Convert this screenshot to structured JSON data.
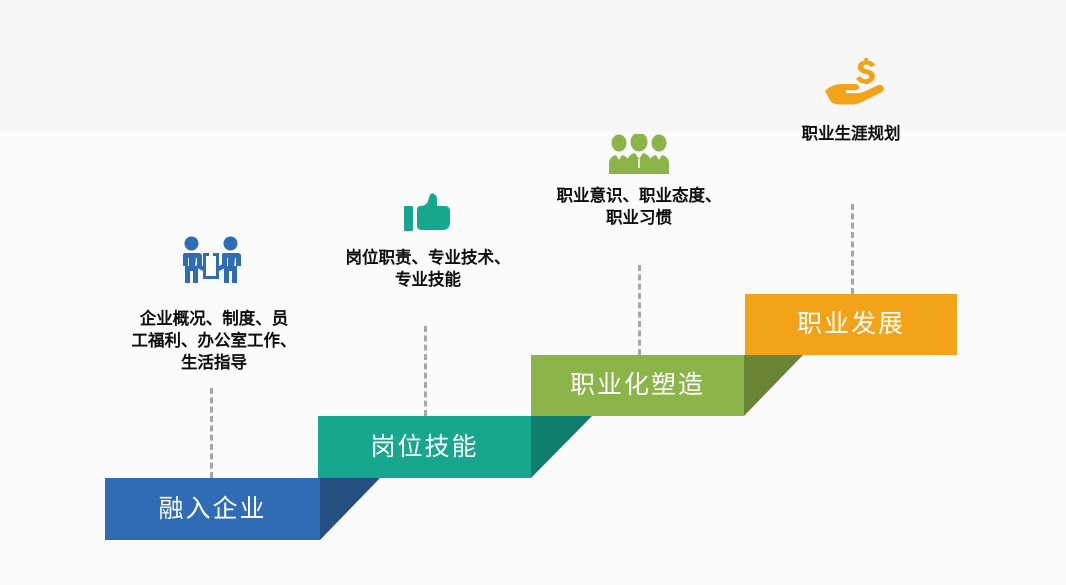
{
  "diagram": {
    "title_present": false,
    "background_color": "#fbfbfb",
    "band_color": "#f7f7f7",
    "caption_color": "#0d0d0d",
    "connector_color": "#a6a6a6",
    "step_label_color": "#ffffff"
  },
  "steps": [
    {
      "id": "step-1",
      "label": "融入企业",
      "caption": "企业概况、制度、员\n工福利、办公室工作、\n生活指导",
      "icon": "two-people-carrying-box-icon",
      "color": "#2f6cb5",
      "riser_color": "#254f80",
      "icon_color": "#2f6cb5"
    },
    {
      "id": "step-2",
      "label": "岗位技能",
      "caption": "岗位职责、专业技术、\n专业技能",
      "icon": "thumbs-up-icon",
      "color": "#17a78e",
      "riser_color": "#0f7d6c",
      "icon_color": "#17a78e"
    },
    {
      "id": "step-3",
      "label": "职业化塑造",
      "caption": "职业意识、职业态度、\n职业习惯",
      "icon": "three-people-group-icon",
      "color": "#8cb549",
      "riser_color": "#688434",
      "icon_color": "#8cb549"
    },
    {
      "id": "step-4",
      "label": "职业发展",
      "caption": "职业生涯规划",
      "icon": "hand-holding-money-icon",
      "color": "#f2a318",
      "riser_color": "#f2a318",
      "icon_color": "#f2a318"
    }
  ]
}
